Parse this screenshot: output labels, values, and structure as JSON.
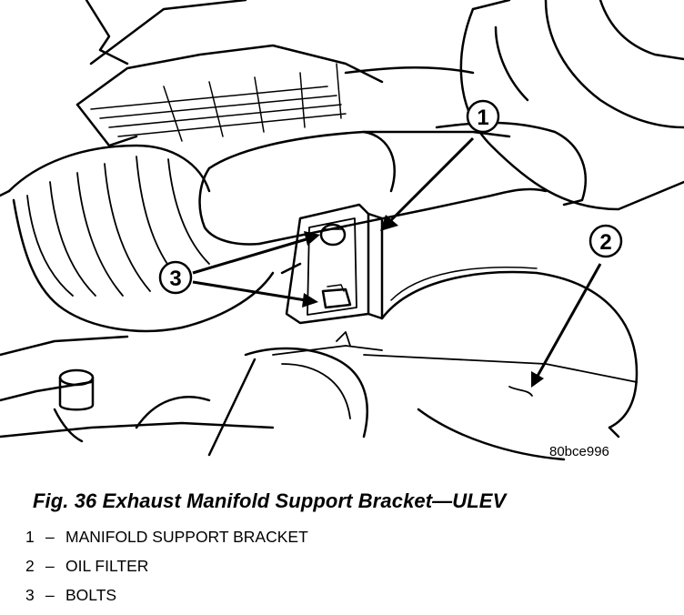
{
  "figure": {
    "image_code": "80bce996",
    "caption": "Fig. 36 Exhaust Manifold Support Bracket—ULEV",
    "callouts": [
      "1",
      "2",
      "3"
    ]
  },
  "legend": [
    {
      "num": "1",
      "dash": "–",
      "text": "MANIFOLD SUPPORT BRACKET"
    },
    {
      "num": "2",
      "dash": "–",
      "text": "OIL FILTER"
    },
    {
      "num": "3",
      "dash": "–",
      "text": "BOLTS"
    }
  ]
}
